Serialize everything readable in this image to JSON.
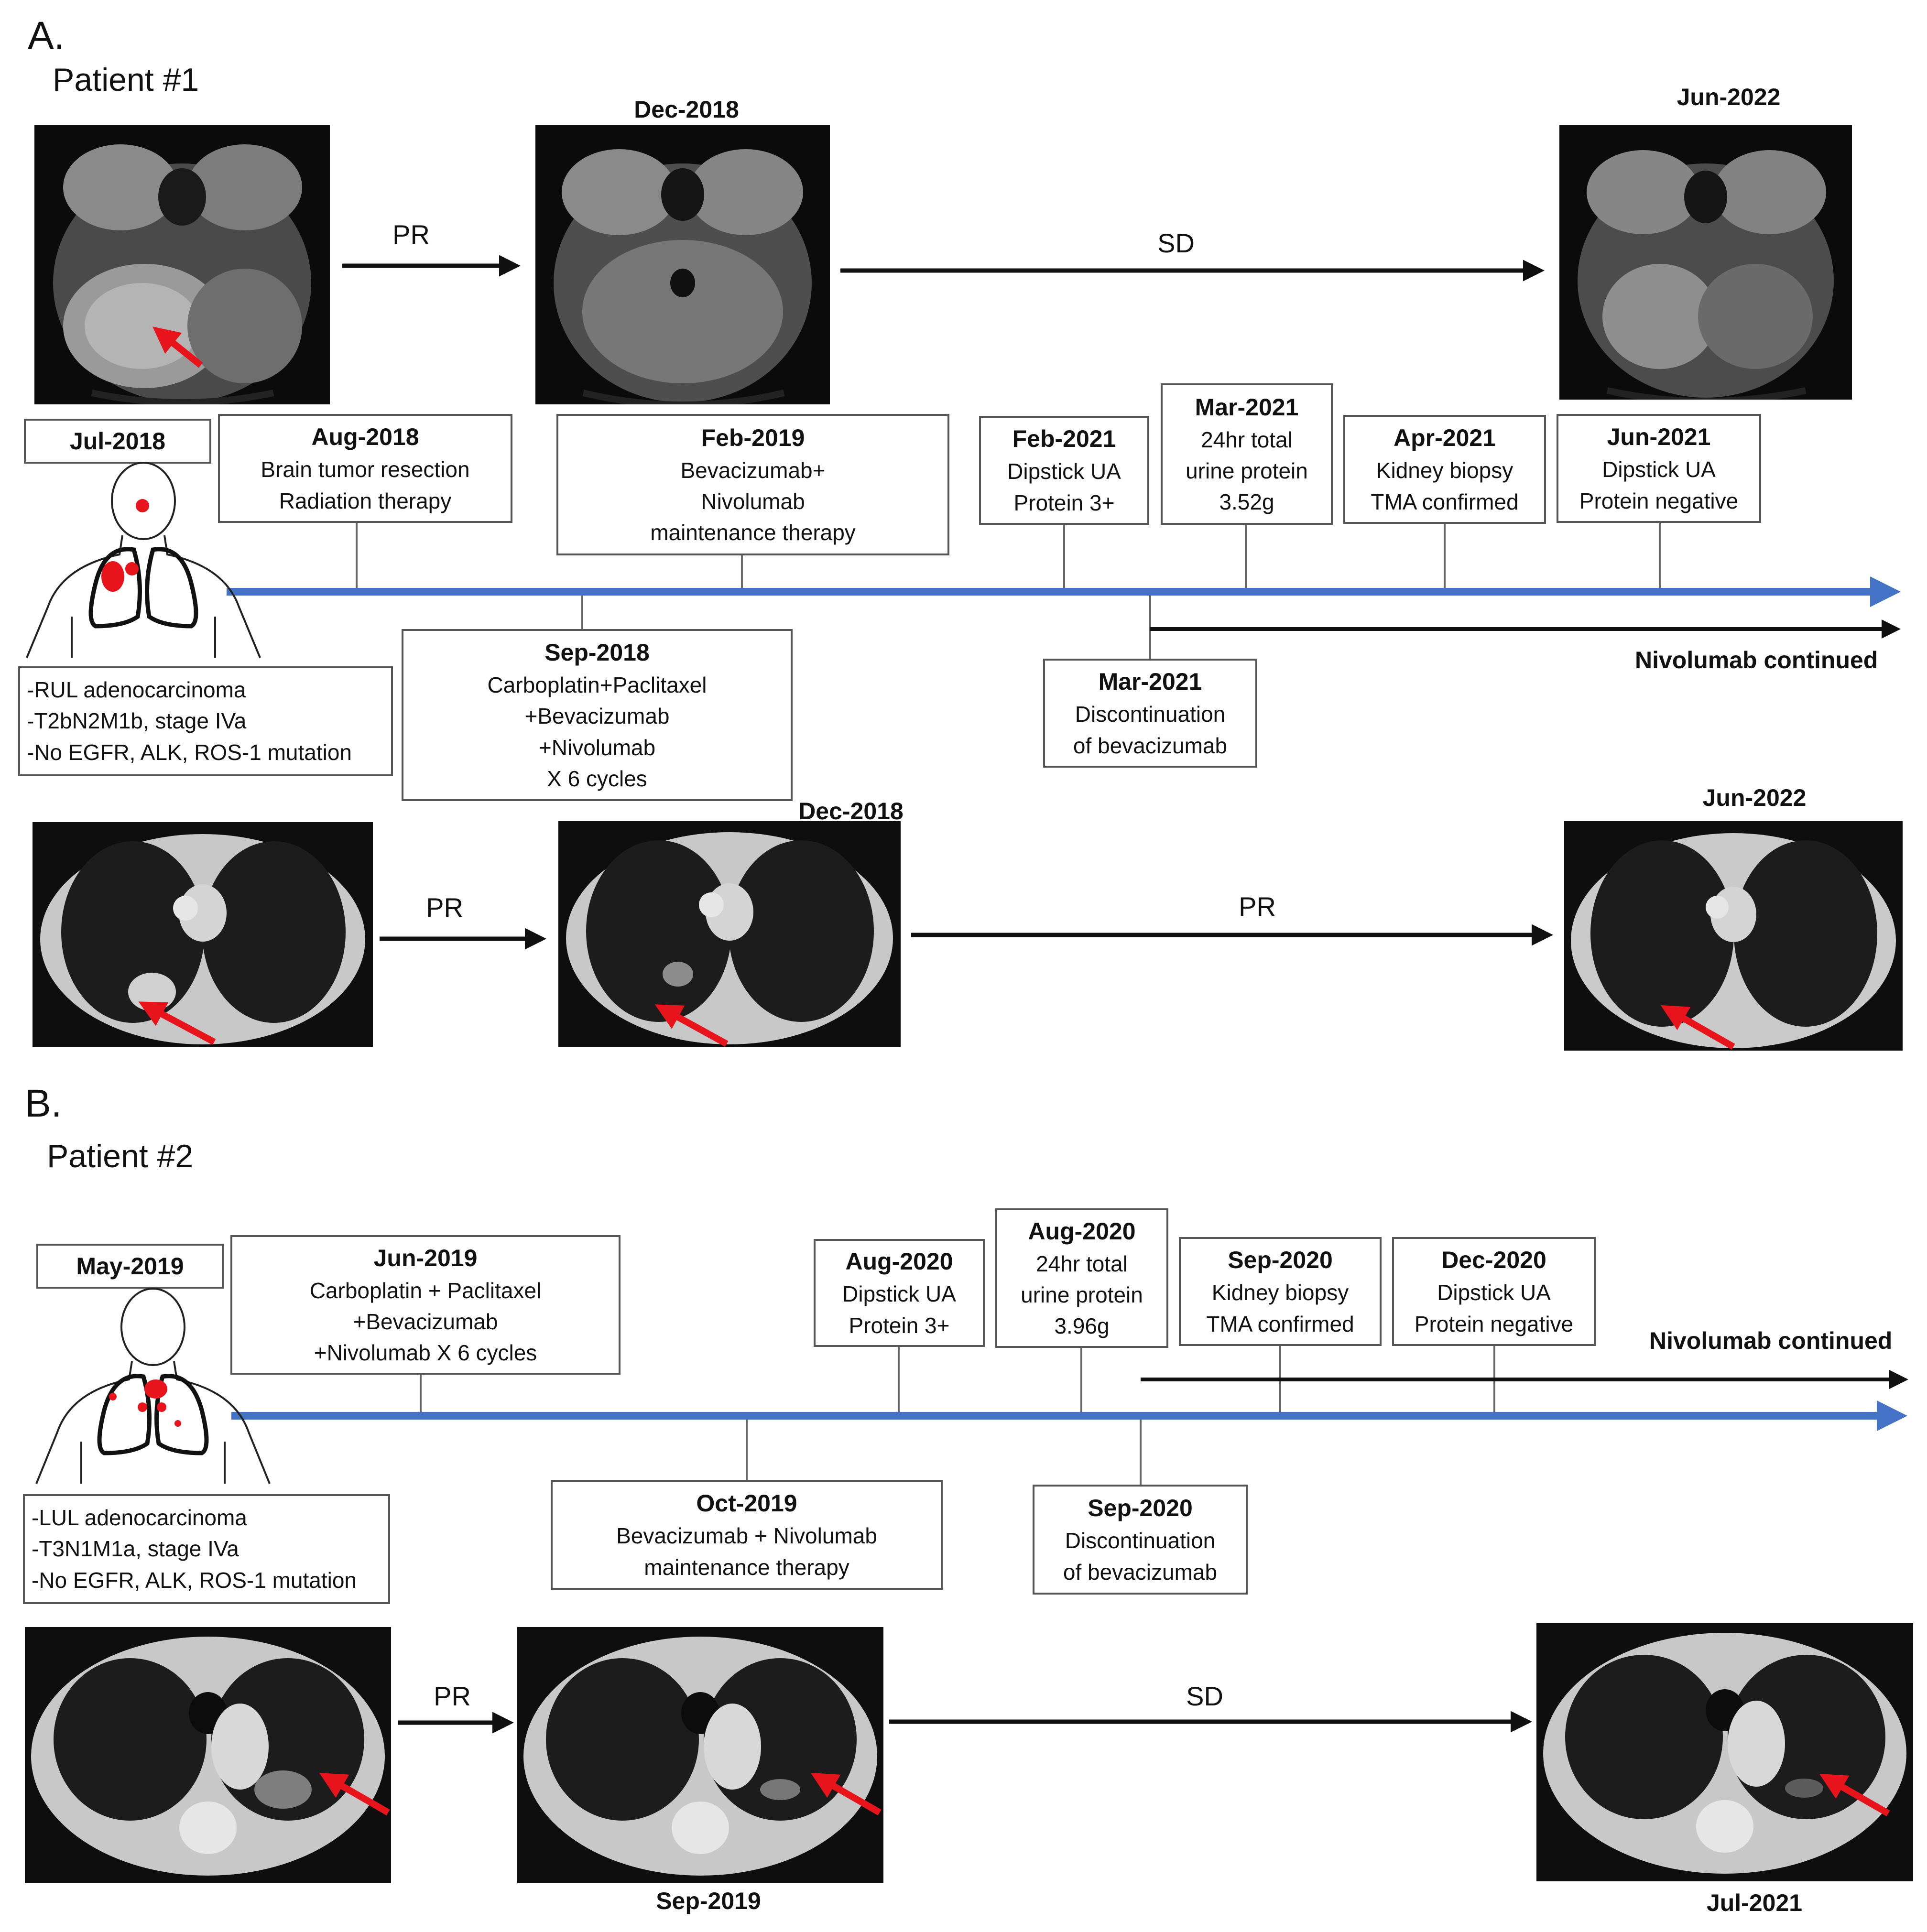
{
  "panel_a": {
    "letter": "A.",
    "patient": "Patient #1",
    "mri_dates": [
      "Dec-2018",
      "Jun-2022"
    ],
    "mri_responses": [
      "PR",
      "SD"
    ],
    "timeline": {
      "start": "Jul-2018",
      "above": [
        {
          "title": "Aug-2018",
          "lines": [
            "Brain tumor resection",
            "Radiation therapy"
          ]
        },
        {
          "title": "Feb-2019",
          "lines": [
            "Bevacizumab+",
            "Nivolumab",
            "maintenance therapy"
          ]
        },
        {
          "title": "Feb-2021",
          "lines": [
            "Dipstick UA",
            "Protein 3+"
          ]
        },
        {
          "title": "Mar-2021",
          "lines": [
            "24hr total",
            "urine protein",
            "3.52g"
          ]
        },
        {
          "title": "Apr-2021",
          "lines": [
            "Kidney biopsy",
            "TMA confirmed"
          ]
        },
        {
          "title": "Jun-2021",
          "lines": [
            "Dipstick UA",
            "Protein negative"
          ]
        }
      ],
      "below": [
        {
          "title": "Sep-2018",
          "lines": [
            "Carboplatin+Paclitaxel",
            "+Bevacizumab",
            "+Nivolumab",
            "X 6 cycles"
          ]
        },
        {
          "title": "Mar-2021",
          "lines": [
            "Discontinuation",
            "of bevacizumab"
          ]
        }
      ],
      "nivolumab_note": "Nivolumab continued"
    },
    "patient_info": [
      "-RUL adenocarcinoma",
      "-T2bN2M1b, stage IVa",
      "-No EGFR, ALK, ROS-1 mutation"
    ],
    "ct_dates": [
      "Dec-2018",
      "Jun-2022"
    ],
    "ct_responses": [
      "PR",
      "PR"
    ]
  },
  "panel_b": {
    "letter": "B.",
    "patient": "Patient #2",
    "timeline": {
      "start": "May-2019",
      "above": [
        {
          "title": "Jun-2019",
          "lines": [
            "Carboplatin + Paclitaxel",
            "+Bevacizumab",
            "+Nivolumab X 6 cycles"
          ]
        },
        {
          "title": "Aug-2020",
          "lines": [
            "Dipstick UA",
            "Protein 3+"
          ]
        },
        {
          "title": "Aug-2020",
          "lines": [
            "24hr total",
            "urine protein",
            "3.96g"
          ]
        },
        {
          "title": "Sep-2020",
          "lines": [
            "Kidney biopsy",
            "TMA confirmed"
          ]
        },
        {
          "title": "Dec-2020",
          "lines": [
            "Dipstick UA",
            "Protein negative"
          ]
        }
      ],
      "below": [
        {
          "title": "Oct-2019",
          "lines": [
            "Bevacizumab + Nivolumab",
            "maintenance therapy"
          ]
        },
        {
          "title": "Sep-2020",
          "lines": [
            "Discontinuation",
            "of bevacizumab"
          ]
        }
      ],
      "nivolumab_note": "Nivolumab continued"
    },
    "patient_info": [
      "-LUL adenocarcinoma",
      "-T3N1M1a, stage IVa",
      "-No EGFR, ALK, ROS-1 mutation"
    ],
    "ct_dates": [
      "Sep-2019",
      "Jul-2021"
    ],
    "ct_responses": [
      "PR",
      "SD"
    ]
  },
  "colors": {
    "timeline": "#4472c4",
    "arrow": "#111111",
    "marker": "#e8141c",
    "box_border": "#555555"
  }
}
